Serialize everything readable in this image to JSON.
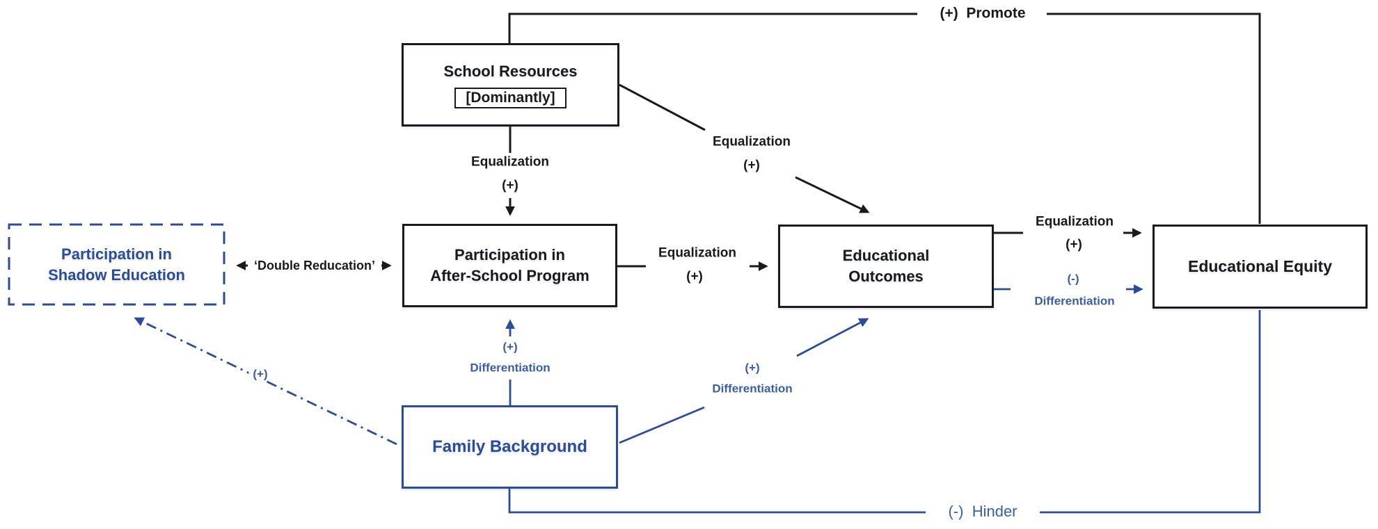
{
  "figure": {
    "background": "#ffffff",
    "colors": {
      "black": "#1a1a1a",
      "blue": "#2b4c9d",
      "blue_label": "#3a5dae"
    }
  },
  "boxes": {
    "school_resources": {
      "title": "School Resources",
      "tag": "[Dominantly]"
    },
    "shadow_education": {
      "line1": "Participation in",
      "line2": "Shadow Education"
    },
    "after_school": {
      "line1": "Participation in",
      "line2": "After-School Program"
    },
    "outcomes": {
      "line1": "Educational",
      "line2": "Outcomes"
    },
    "equity": {
      "title": "Educational Equity"
    },
    "family": {
      "title": "Family Background"
    }
  },
  "labels": {
    "promote": "(+)  Promote",
    "hinder": "(-)  Hinder",
    "double_reduction": "‘Double Reducation’",
    "sr_to_asp": {
      "word": "Equalization",
      "sign": "(+)"
    },
    "sr_to_out": {
      "word": "Equalization",
      "sign": "(+)"
    },
    "asp_to_out": {
      "word": "Equalization",
      "sign": "(+)"
    },
    "out_to_eq_black": {
      "word": "Equalization",
      "sign": "(+)"
    },
    "out_to_eq_blue": {
      "sign": "(-)",
      "word": "Differentiation"
    },
    "fam_to_asp": {
      "sign": "(+)",
      "word": "Differentiation"
    },
    "fam_to_out": {
      "sign": "(+)",
      "word": "Differentiation"
    },
    "fam_to_shadow": {
      "sign": "(+)"
    }
  }
}
